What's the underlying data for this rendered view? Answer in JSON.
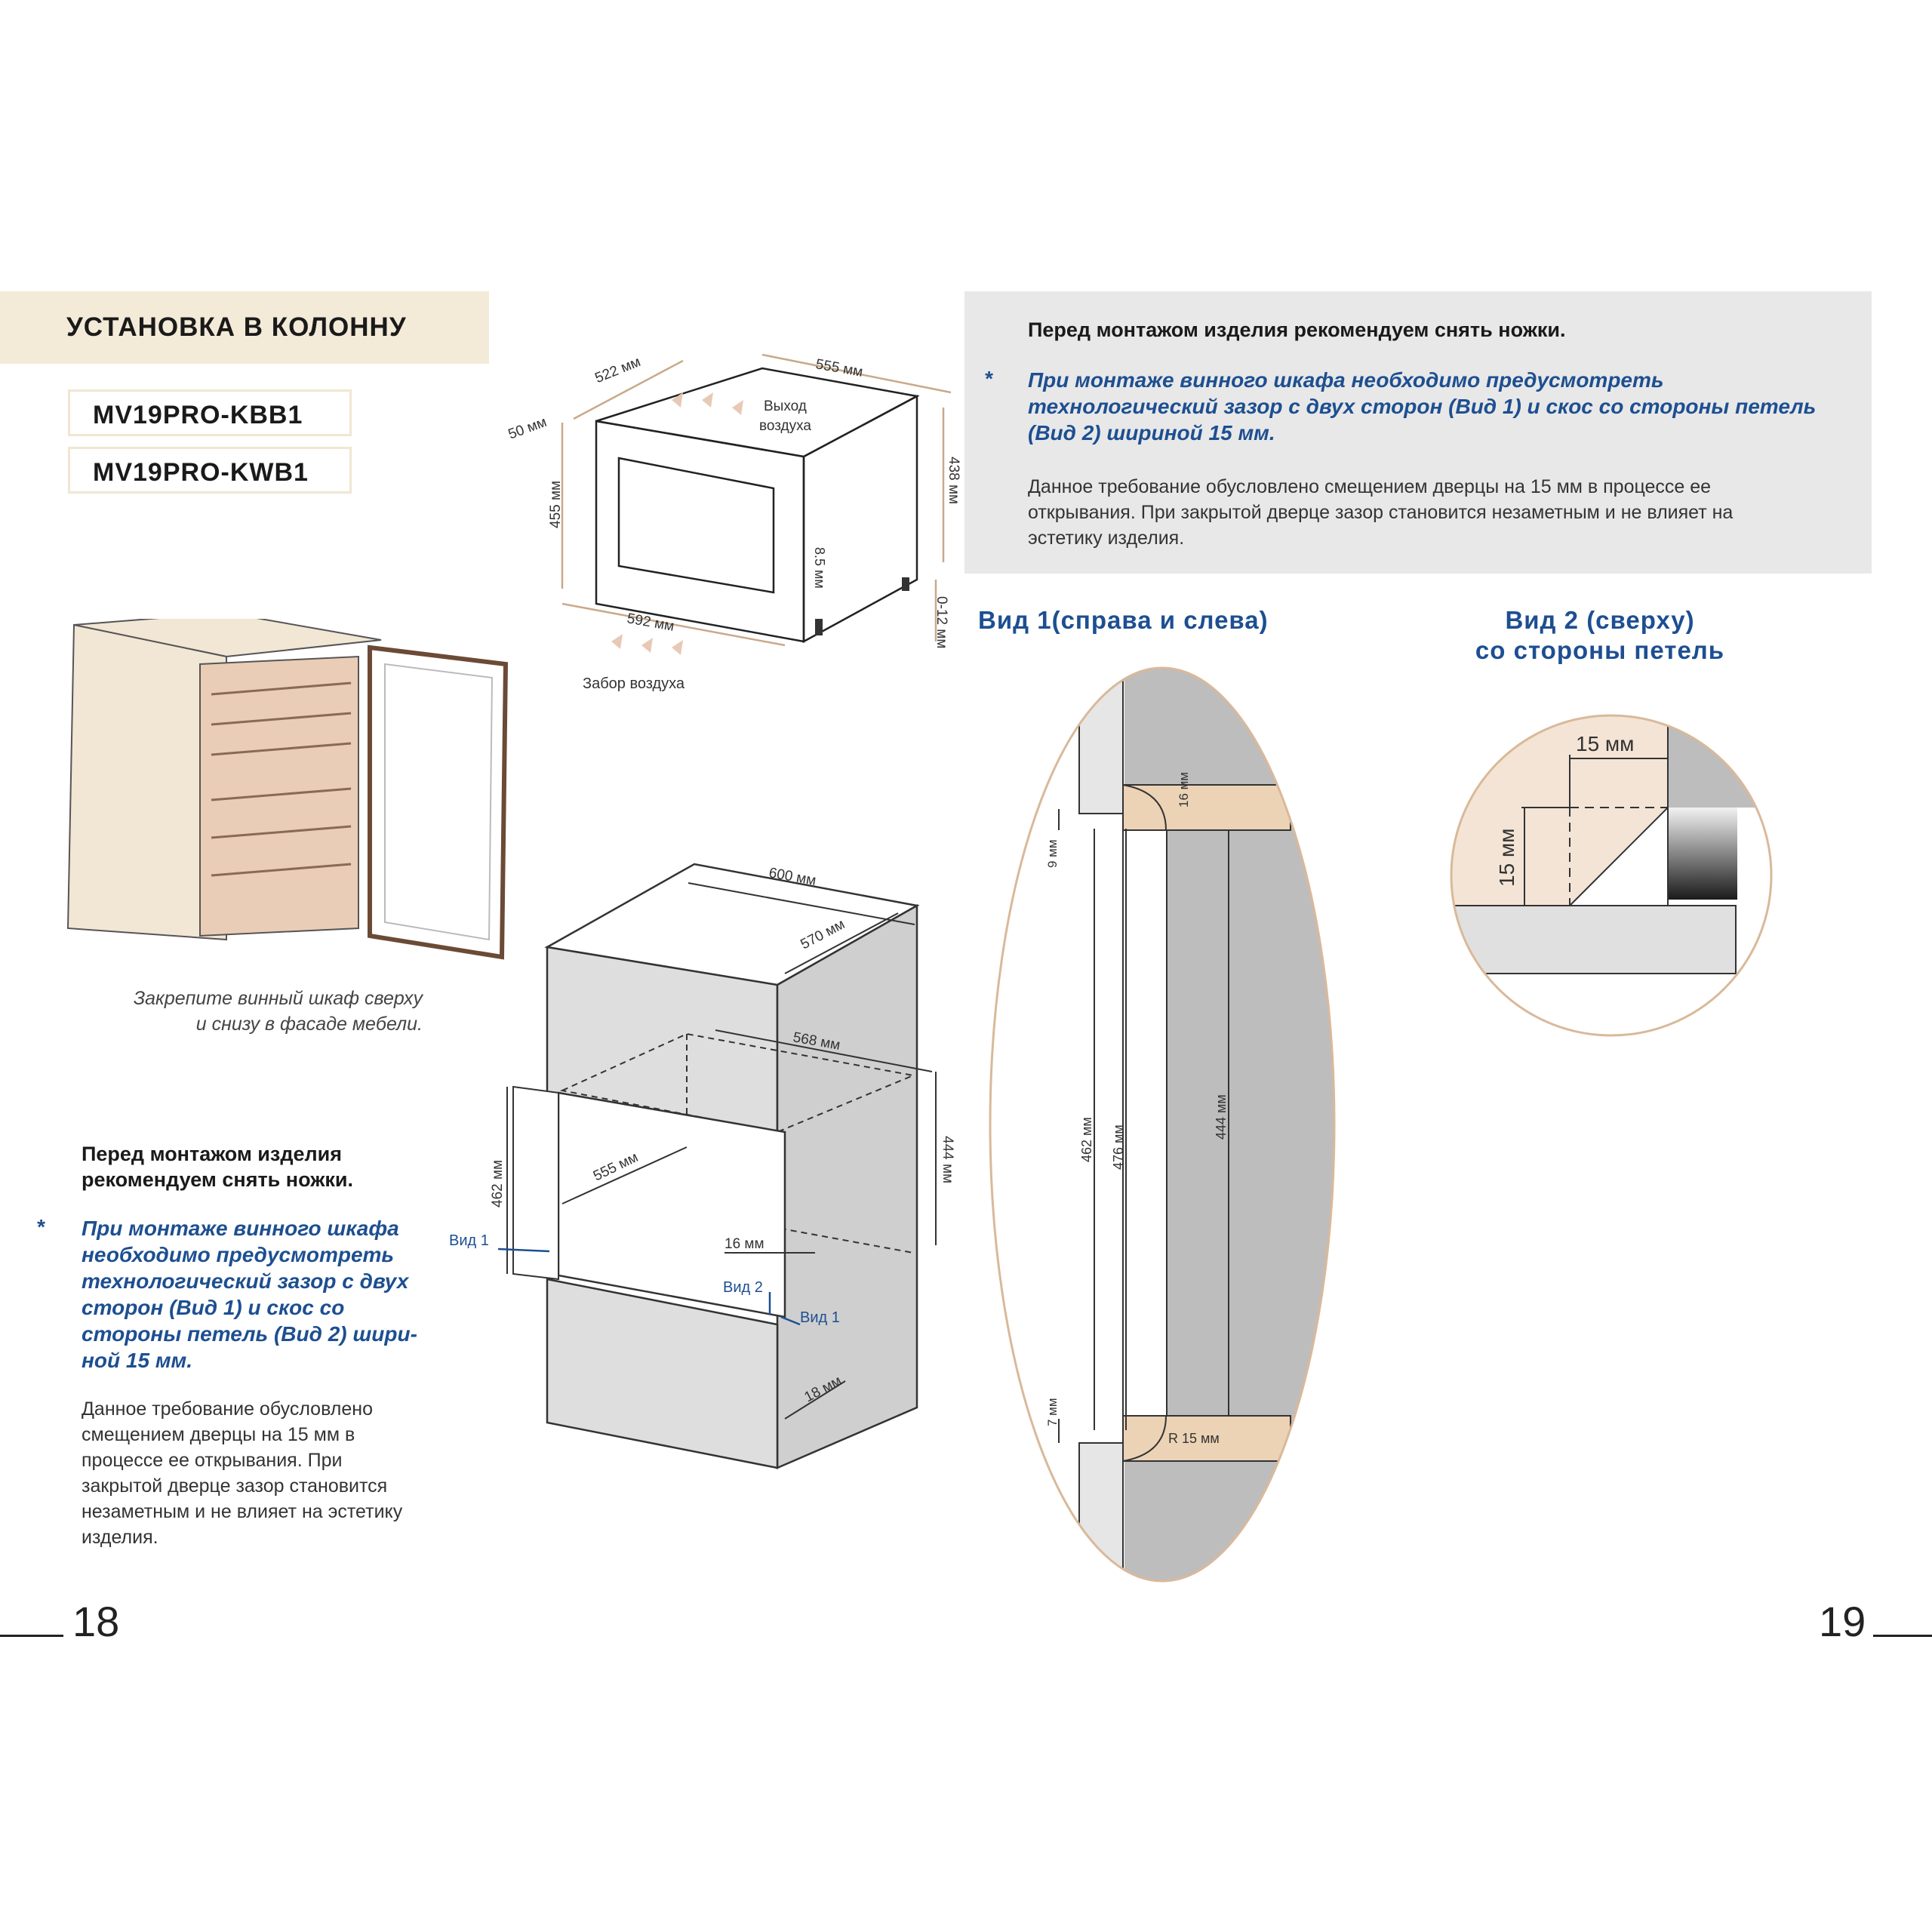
{
  "left_page": {
    "section_title": "УСТАНОВКА В КОЛОННУ",
    "models": [
      "MV19PRO-KBB1",
      "MV19PRO-KWB1"
    ],
    "fig_cabinet_caption": [
      "Закрепите винный шкаф сверху",
      "и снизу в фасаде мебели."
    ],
    "note_bold": [
      "Перед монтажом изделия",
      "рекомендуем снять ножки."
    ],
    "note_star": "*",
    "note_italic": [
      "При монтаже винного шкафа",
      "необходимо предусмотреть",
      "технологический зазор с двух",
      "сторон (Вид 1) и скос со",
      "стороны петель (Вид 2) шири-",
      "ной 15 мм."
    ],
    "note_body": [
      "Данное требование обусловлено",
      "смещением дверцы на 15 мм в",
      "процессе ее открывания. При",
      "закрытой дверце зазор становится",
      "незаметным и не влияет на эстетику",
      "изделия."
    ],
    "page_number": "18"
  },
  "right_page": {
    "note_bold": "Перед монтажом изделия рекомендуем снять ножки.",
    "note_star": "*",
    "note_italic": [
      "При монтаже винного шкафа необходимо предусмотреть",
      "технологический зазор с двух сторон (Вид 1) и скос со стороны петель",
      "(Вид 2) шириной 15 мм."
    ],
    "note_body": [
      "Данное требование обусловлено смещением дверцы на 15 мм в процессе ее",
      "открывания. При закрытой дверце зазор становится незаметным и не влияет на",
      "эстетику изделия."
    ],
    "view1_title": "Вид 1(справа и слева)",
    "view2_title": [
      "Вид 2 (сверху)",
      "со стороны петель"
    ],
    "page_number": "19"
  },
  "product_diagram": {
    "dim_width_top": "555 мм",
    "dim_depth": "522 мм",
    "dim_frame": "50 мм",
    "dim_height_front": "455 мм",
    "dim_height_side": "438 мм",
    "dim_feet": "8.5 мм",
    "dim_feet_adjust": "0-12 мм",
    "dim_width_bottom": "592 мм",
    "air_out": [
      "Выход",
      "воздуха"
    ],
    "air_in": "Забор воздуха"
  },
  "niche_diagram": {
    "dim_600": "600 мм",
    "dim_570": "570 мм",
    "dim_568": "568 мм",
    "dim_444": "444 мм",
    "dim_555": "555 мм",
    "dim_462": "462 мм",
    "dim_16": "16 мм",
    "dim_18": "18 мм",
    "label_view1_left": "Вид 1",
    "label_view2": "Вид 2",
    "label_view1_right": "Вид 1"
  },
  "view1_diagram": {
    "dim_16": "16 мм",
    "dim_9": "9 мм",
    "dim_462": "462 мм",
    "dim_476": "476 мм",
    "dim_444": "444 мм",
    "dim_7": "7 мм",
    "dim_r15": "R 15 мм"
  },
  "view2_diagram": {
    "dim_15_h": "15 мм",
    "dim_15_v": "15 мм"
  },
  "colors": {
    "accent_blue": "#1d4f91",
    "band_beige": "#f3ead8",
    "panel_gray": "#e8e8e8",
    "dim_line": "#c9a98a"
  }
}
